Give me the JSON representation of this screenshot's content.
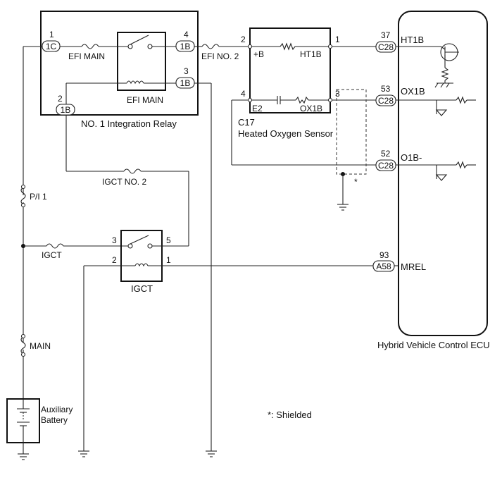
{
  "relay": {
    "name": "NO. 1 Integration Relay",
    "pin_1": "1",
    "conn_1": "1C",
    "pin_4": "4",
    "conn_4": "1B",
    "pin_3": "3",
    "conn_3": "1B",
    "pin_2": "2",
    "conn_2": "1B",
    "fuse_label": "EFI MAIN",
    "relay_label": "EFI MAIN"
  },
  "fuses": {
    "efi_no2": "EFI NO. 2",
    "igct_no2": "IGCT NO. 2",
    "pi1": "P/I 1",
    "igct": "IGCT",
    "main": "MAIN"
  },
  "sensor": {
    "code": "C17",
    "name": "Heated Oxygen Sensor",
    "pin_2": "2",
    "pin_1": "1",
    "pin_4": "4",
    "pin_3": "3",
    "label_b": "+B",
    "label_ht1b": "HT1B",
    "label_e2": "E2",
    "label_ox1b": "OX1B",
    "shield_mark": "*"
  },
  "igct_relay": {
    "name": "IGCT",
    "pin_3": "3",
    "pin_5": "5",
    "pin_2": "2",
    "pin_1": "1"
  },
  "ecu": {
    "name": "Hybrid Vehicle Control ECU",
    "pins": [
      {
        "num": "37",
        "conn": "C28",
        "signal": "HT1B"
      },
      {
        "num": "53",
        "conn": "C28",
        "signal": "OX1B"
      },
      {
        "num": "52",
        "conn": "C28",
        "signal": "O1B-"
      },
      {
        "num": "93",
        "conn": "A58",
        "signal": "MREL"
      }
    ]
  },
  "battery": {
    "label_line1": "Auxiliary",
    "label_line2": "Battery"
  },
  "note": "*: Shielded"
}
